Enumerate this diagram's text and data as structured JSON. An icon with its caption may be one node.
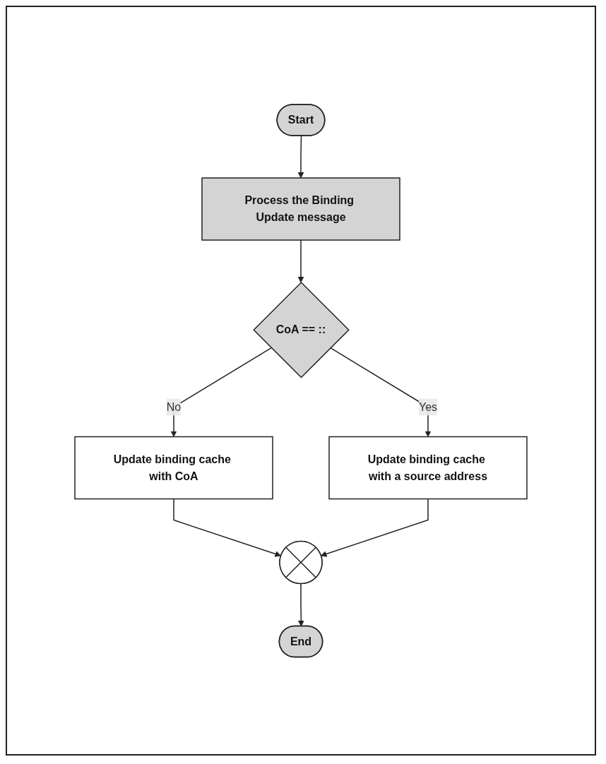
{
  "diagram": {
    "nodes": [
      {
        "text": [
          "Start"
        ]
      },
      {
        "text": [
          "Process the Binding Update message"
        ]
      },
      {
        "text": [
          "CoA == ::"
        ]
      },
      {
        "text": [
          "Update binding cache with a source address"
        ]
      },
      {
        "text": [
          "Update binding cache with CoA"
        ]
      },
      {
        "text": [],
        "shape": "circle"
      },
      {
        "text": [
          "End"
        ]
      }
    ],
    "edges": [
      {
        "from": 0,
        "to": 1,
        "arrow": "to"
      },
      {
        "from": 1,
        "to": 2,
        "arrow": "to"
      },
      {
        "from": 2,
        "to": 3,
        "label": "Yes",
        "arrow": "to"
      },
      {
        "from": 2,
        "to": 4,
        "label": "No",
        "arrow": "to"
      },
      {
        "from": 4,
        "to": 5,
        "arrow": "to"
      },
      {
        "from": 3,
        "to": 5,
        "arrow": "to"
      },
      {
        "from": 5,
        "to": 6,
        "arrow": "to"
      }
    ]
  }
}
